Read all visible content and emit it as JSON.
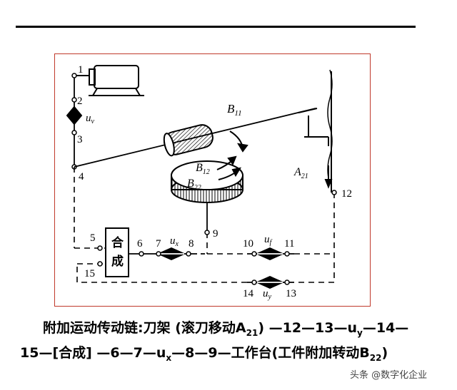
{
  "diagram": {
    "node_labels": [
      "1",
      "2",
      "3",
      "4",
      "5",
      "6",
      "7",
      "8",
      "9",
      "10",
      "11",
      "12",
      "13",
      "14",
      "15"
    ],
    "hecheng_box": [
      "合",
      "成"
    ],
    "uv": "u",
    "uv_sub": "v",
    "ux": "u",
    "ux_sub": "x",
    "uf": "u",
    "uf_sub": "f",
    "uy": "u",
    "uy_sub": "y",
    "b11": "B",
    "b11_sub": "11",
    "b12": "B",
    "b12_sub": "12",
    "b22": "B",
    "b22_sub": "22",
    "a21": "A",
    "a21_sub": "21"
  },
  "caption": {
    "line1_parts": [
      "附加运动传动链:刀架 (滚刀移动A",
      "21",
      ") —12—13—u",
      "y",
      "—14—"
    ],
    "line2_parts": [
      "15—[合成] —6—7—u",
      "x",
      "—8—9—工作台(工件附加转动B",
      "22",
      ")"
    ]
  },
  "watermark": "头条 @数字化企业"
}
